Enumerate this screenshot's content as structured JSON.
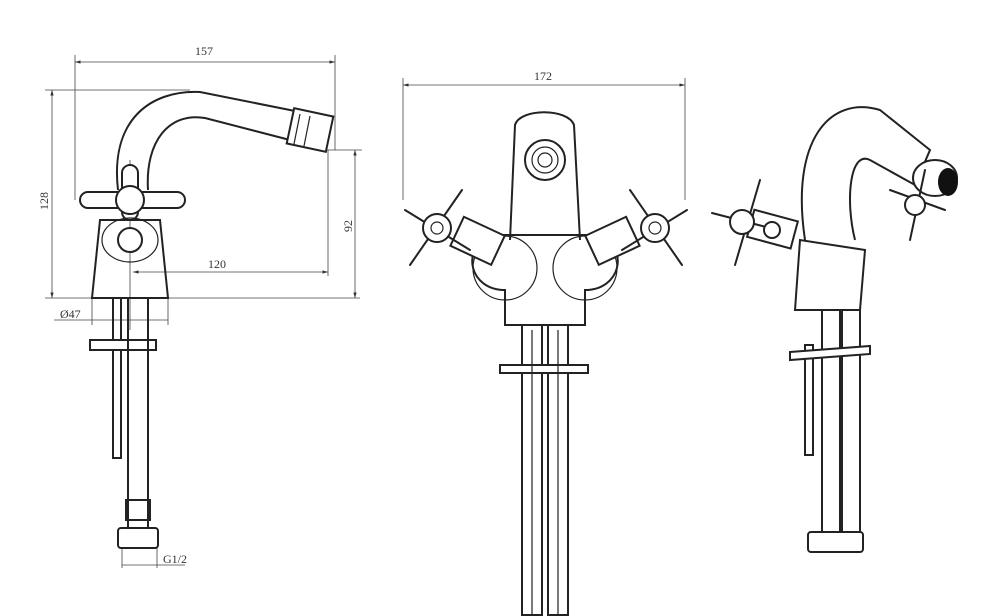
{
  "drawing": {
    "side_view": {
      "width_label": "157",
      "height_label": "128",
      "spout_height_label": "92",
      "reach_label": "120",
      "base_diameter_label": "Ø47",
      "thread_label": "G1/2"
    },
    "front_view": {
      "width_label": "172"
    }
  }
}
